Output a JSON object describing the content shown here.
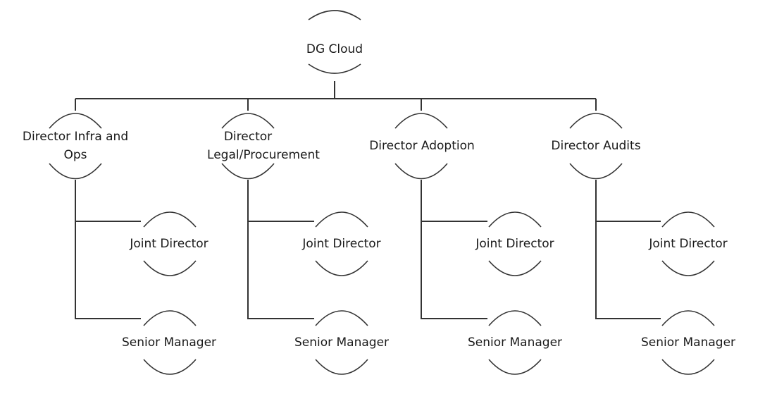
{
  "org_chart": {
    "root": {
      "label": "DG Cloud"
    },
    "directors": [
      {
        "label_lines": [
          "Director Infra and",
          "Ops"
        ],
        "reports": [
          "Joint Director",
          "Senior Manager"
        ]
      },
      {
        "label_lines": [
          "Director",
          "Legal/Procurement"
        ],
        "reports": [
          "Joint Director",
          "Senior Manager"
        ]
      },
      {
        "label_lines": [
          "Director Adoption"
        ],
        "reports": [
          "Joint Director",
          "Senior Manager"
        ]
      },
      {
        "label_lines": [
          "Director Audits"
        ],
        "reports": [
          "Joint Director",
          "Senior Manager"
        ]
      }
    ]
  },
  "colors": {
    "line": "#333333",
    "text": "#1a1a1a",
    "background": "#ffffff"
  }
}
